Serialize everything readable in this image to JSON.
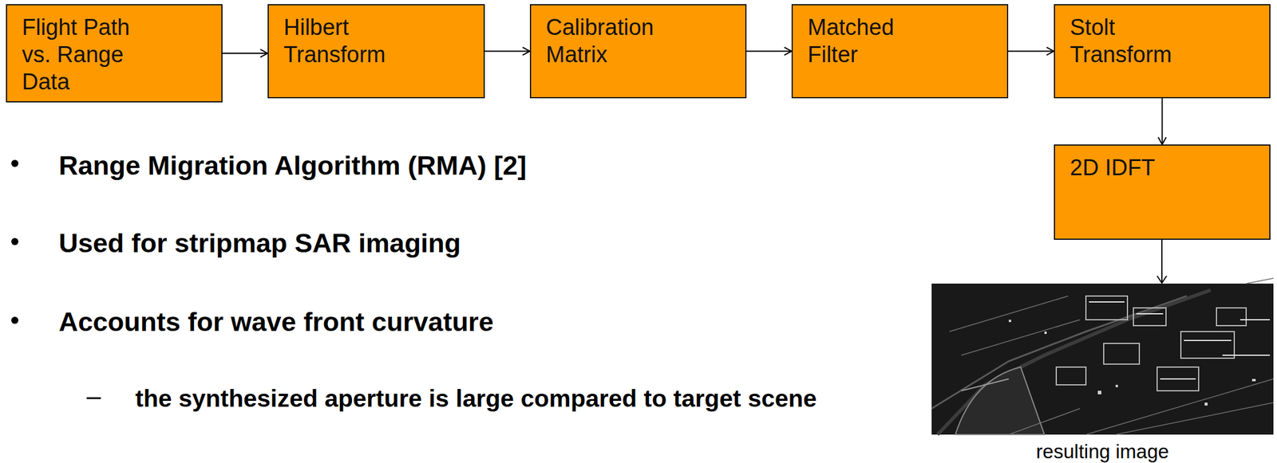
{
  "diagram": {
    "nodes": [
      {
        "text": [
          "Flight Path vs. Range Data"
        ]
      },
      {
        "text": [
          "Hilbert Transform"
        ]
      },
      {
        "text": [
          "Calibration Matrix"
        ]
      },
      {
        "text": [
          "Matched Filter"
        ]
      },
      {
        "text": [
          "Stolt Transform"
        ]
      },
      {
        "text": [
          "2D IDFT"
        ]
      }
    ],
    "edges": [
      {
        "from": 0,
        "to": 1,
        "arrow": "to"
      },
      {
        "from": 1,
        "to": 2,
        "arrow": "to"
      },
      {
        "from": 2,
        "to": 3,
        "arrow": "to"
      },
      {
        "from": 3,
        "to": 4,
        "arrow": "to"
      },
      {
        "from": 4,
        "to": 5,
        "arrow": "to"
      }
    ],
    "labels": [
      "Range Migration Algorithm (RMA) [2]",
      "Used for stripmap SAR imaging",
      "Accounts for wave front curvature",
      "the synthesized aperture is large compared to target scene",
      "resulting image"
    ]
  }
}
